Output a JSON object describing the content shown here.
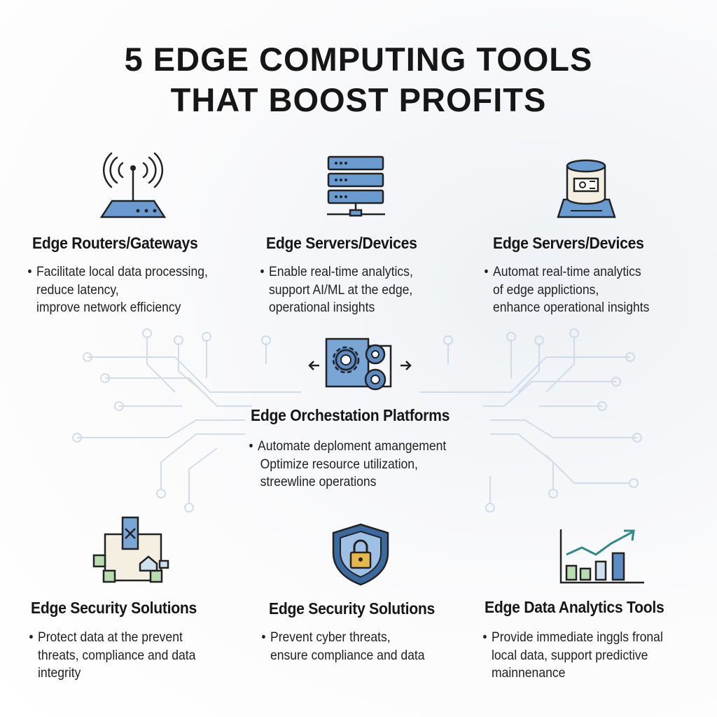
{
  "title": {
    "line1": "5 EDGE COMPUTING TOOLS",
    "line2": "THAT BOOST PROFITS"
  },
  "colors": {
    "accent": "#5b8cc4",
    "accent_dark": "#3b6a9e",
    "light_fill": "#cfe0ef",
    "green": "#b8dcb0",
    "text": "#161616"
  },
  "tools": [
    {
      "icon": "router-icon",
      "heading": "Edge Routers/Gateways",
      "lines": [
        "Facilitate local data processing,",
        "reduce latency,",
        "improve network efficiency"
      ]
    },
    {
      "icon": "server-rack-icon",
      "heading": "Edge Servers/Devices",
      "lines": [
        "Enable real-time analytics,",
        "support AI/ML at the edge,",
        "operational insights"
      ]
    },
    {
      "icon": "database-device-icon",
      "heading": "Edge Servers/Devices",
      "lines": [
        "Automat real-time analytics",
        "of edge applictions,",
        "enhance operational insights"
      ]
    },
    {
      "icon": "gears-icon",
      "heading": "Edge Orchestation Platforms",
      "lines": [
        "Automate deploment amangement",
        "Optimize resource utilization,",
        "streewline operations"
      ]
    },
    {
      "icon": "security-box-icon",
      "heading": "Edge Security Solutions",
      "lines": [
        "Protect data at the prevent",
        "threats, compliance and data",
        "integrity"
      ]
    },
    {
      "icon": "shield-lock-icon",
      "heading": "Edge Security Solutions",
      "lines": [
        "Prevent cyber threats,",
        "ensure compliance and data"
      ]
    },
    {
      "icon": "bar-chart-trend-icon",
      "heading": "Edge Data Analytics Tools",
      "lines": [
        "Provide immediate inggls fronal",
        "local data, support predictive",
        "mainnenance"
      ]
    }
  ]
}
